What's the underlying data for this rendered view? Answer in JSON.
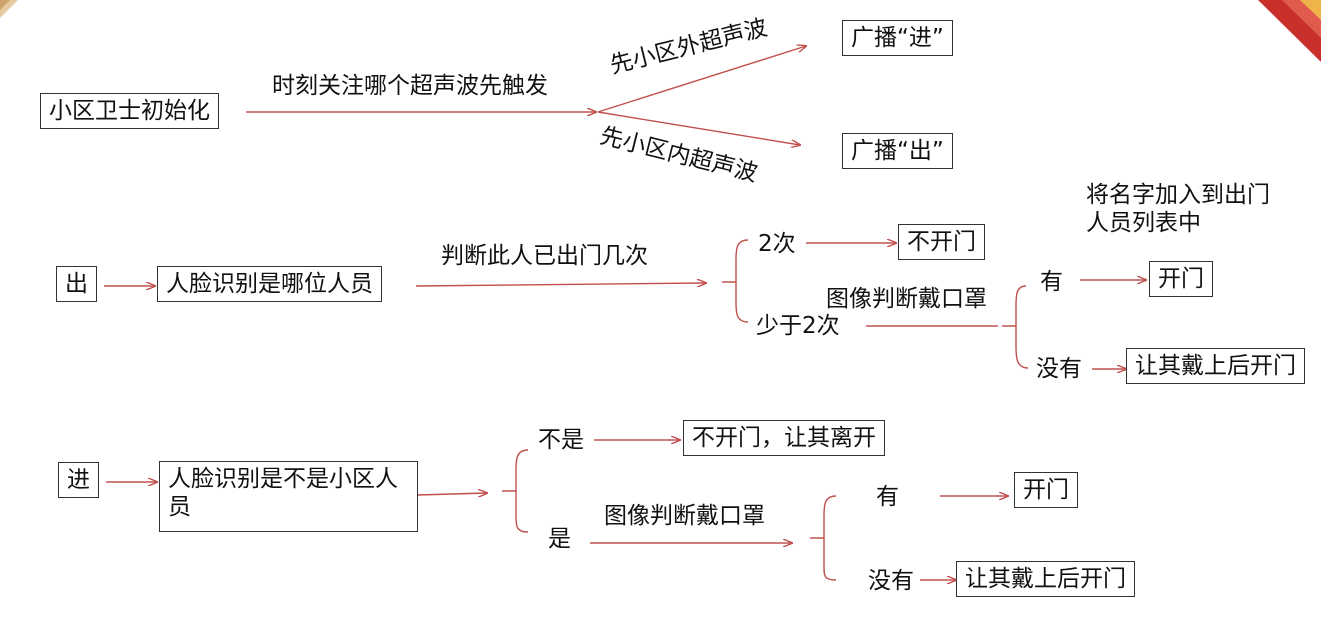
{
  "colors": {
    "arrow": "#c0504d",
    "border": "#333333",
    "text": "#111111",
    "accent": "#d9534f"
  },
  "flow1": {
    "start": "小区卫士初始化",
    "monitor": "时刻关注哪个超声波先触发",
    "outside_first": "先小区外超声波",
    "inside_first": "先小区内超声波",
    "broadcast_in": "广播“进”",
    "broadcast_out": "广播“出”"
  },
  "flow2": {
    "start": "出",
    "face_id": "人脸识别是哪位人员",
    "judge_count": "判断此人已出门几次",
    "twice": "2次",
    "no_open": "不开门",
    "less_twice": "少于2次",
    "mask_check": "图像判断戴口罩",
    "add_to_list": "将名字加入到出门人员列表中",
    "has_mask": "有",
    "open": "开门",
    "no_mask": "没有",
    "wear_then_open": "让其戴上后开门"
  },
  "flow3": {
    "start": "进",
    "face_id": "人脸识别是不是小区人员",
    "not_resident": "不是",
    "no_open_leave": "不开门，让其离开",
    "resident": "是",
    "mask_check": "图像判断戴口罩",
    "has_mask": "有",
    "open": "开门",
    "no_mask": "没有",
    "wear_then_open": "让其戴上后开门"
  }
}
